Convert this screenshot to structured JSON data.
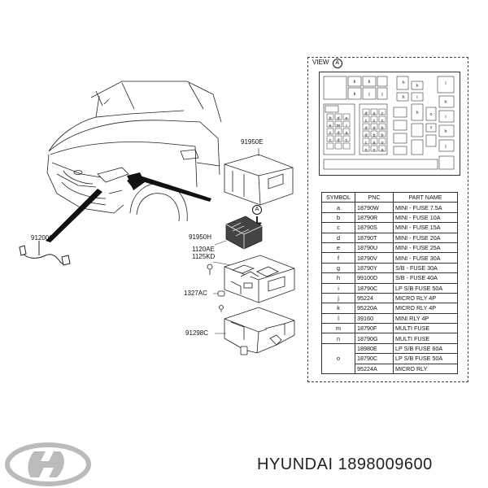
{
  "view": {
    "title": "VIEW",
    "marker": "A"
  },
  "callouts": {
    "module_top": "91950E",
    "module_mid": "91950H",
    "screw_a": "1120AE",
    "screw_b": "1125KD",
    "clip": "1327AC",
    "lower_case": "91298C",
    "harness": "91200G",
    "arrow_marker": "A"
  },
  "fuse_box_letters": [
    "k",
    "k",
    "j",
    "h",
    "h",
    "l",
    "i",
    "k",
    "j",
    "h",
    "h",
    "i",
    "b",
    "d",
    "e",
    "e",
    "m",
    "i",
    "c",
    "d",
    "a",
    "c",
    "d",
    "c",
    "d",
    "a",
    "c",
    "c",
    "c",
    "c",
    "d",
    "d",
    "b",
    "d",
    "b",
    "b",
    "c",
    "a",
    "o",
    "n",
    "o",
    "a",
    "o",
    "h",
    "f",
    "h",
    "j"
  ],
  "table": {
    "headers": [
      "SYMBOL",
      "PNC",
      "PART NAME"
    ],
    "rows": [
      [
        "a",
        "18790W",
        "MINI - FUSE 7.5A"
      ],
      [
        "b",
        "18790R",
        "MINI - FUSE 10A"
      ],
      [
        "c",
        "18790S",
        "MINI - FUSE 15A"
      ],
      [
        "d",
        "18790T",
        "MINI - FUSE 20A"
      ],
      [
        "e",
        "18790U",
        "MINI - FUSE 25A"
      ],
      [
        "f",
        "18790V",
        "MINI - FUSE 30A"
      ],
      [
        "g",
        "18790Y",
        "S/B - FUSE 30A"
      ],
      [
        "h",
        "99100D",
        "S/B - FUSE 40A"
      ],
      [
        "i",
        "18790C",
        "LP S/B  FUSE 50A"
      ],
      [
        "j",
        "95224",
        "MICRO RLY 4P"
      ],
      [
        "k",
        "95220A",
        "MICRO RLY 4P"
      ],
      [
        "l",
        "39160",
        "MINI RLY 4P"
      ],
      [
        "m",
        "18790F",
        "MULTI FUSE"
      ],
      [
        "n",
        "18790G",
        "MULTI FUSE"
      ],
      [
        "o",
        "18980E",
        "LP S/B  FUSE 60A"
      ],
      [
        "",
        "18790C",
        "LP S/B  FUSE 50A"
      ],
      [
        "",
        "95224A",
        "MICRO RLY"
      ]
    ]
  },
  "brand": {
    "text": "HYUNDAI 1898009600"
  }
}
